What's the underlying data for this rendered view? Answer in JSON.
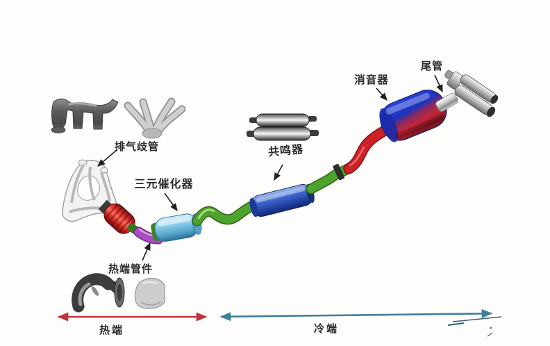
{
  "diagram": {
    "labels": {
      "exhaust_manifold": "排气歧管",
      "catalytic_converter": "三元催化器",
      "hot_end_parts": "热端管件",
      "resonator": "共鸣器",
      "muffler": "消音器",
      "tail_pipe": "尾管",
      "hot_end": "热端",
      "cold_end": "冷端"
    },
    "colors": {
      "hot_arrow": "#c0313c",
      "cold_arrow": "#3f7f9c",
      "pipe_green": "#4ea32c",
      "flex_red": "#cf2128",
      "purple_pipe": "#a84cc0",
      "cat_blue": "#6cb4d8",
      "resonator_blue": "#2a52b8",
      "muffler_blue": "#2133c8",
      "muffler_red": "#c22737",
      "ink": "#1f1f1f"
    }
  }
}
